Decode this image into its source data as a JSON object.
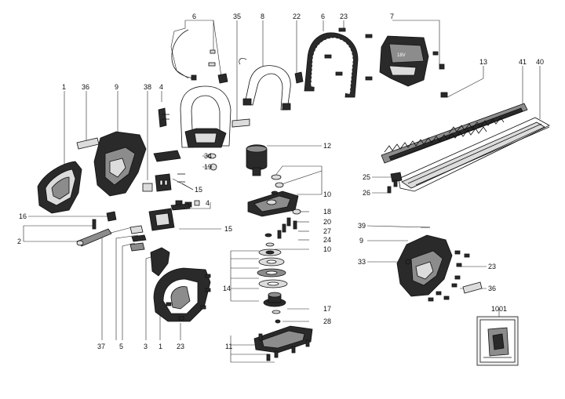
{
  "diagram": {
    "callouts": {
      "c1_left": "1",
      "c36_top": "36",
      "c9_top": "9",
      "c38": "38",
      "c4_top": "4",
      "c6_left": "6",
      "c35": "35",
      "c8": "8",
      "c22": "22",
      "c6_right": "6",
      "c23_top": "23",
      "c7": "7",
      "c13": "13",
      "c41": "41",
      "c40": "40",
      "c12": "12",
      "c34": "34",
      "c19": "19",
      "c15_top": "15",
      "c10_top": "10",
      "c16": "16",
      "c4_mid": "4",
      "c18": "18",
      "c20": "20",
      "c27": "27",
      "c2": "2",
      "c15_mid": "15",
      "c24": "24",
      "c10_mid": "10",
      "c25": "25",
      "c26": "26",
      "c39": "39",
      "c9_right": "9",
      "c33": "33",
      "c23_right": "23",
      "c14": "14",
      "c36_right": "36",
      "c17": "17",
      "c28": "28",
      "c37": "37",
      "c5": "5",
      "c3": "3",
      "c1_bottom": "1",
      "c23_bottom": "23",
      "c11": "11",
      "c1001": "1001"
    },
    "nameplate": "18V"
  }
}
